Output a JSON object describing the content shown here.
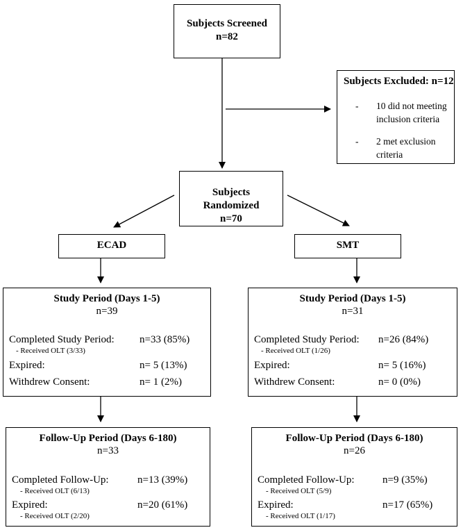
{
  "screened": {
    "title": "Subjects Screened",
    "count": "n=82"
  },
  "excluded": {
    "title": "Subjects Excluded: n=12",
    "bullets": [
      {
        "dash": "-",
        "line1": "10 did not meeting",
        "line2": "inclusion criteria"
      },
      {
        "dash": "-",
        "line1": "2 met exclusion",
        "line2": "criteria"
      }
    ]
  },
  "randomized": {
    "line1": "Subjects",
    "line2": "Randomized",
    "count": "n=70"
  },
  "arms": {
    "left": "ECAD",
    "right": "SMT"
  },
  "study_left": {
    "title": "Study Period  (Days 1-5)",
    "n": "n=39",
    "rows": [
      {
        "label": "Completed Study Period:",
        "sub": "- Received OLT (3/33)",
        "value": "n=33 (85%)"
      },
      {
        "label": "Expired:",
        "value": "n= 5 (13%)"
      },
      {
        "label": "Withdrew Consent:",
        "value": "n= 1 (2%)"
      }
    ]
  },
  "study_right": {
    "title": "Study Period (Days 1-5)",
    "n": "n=31",
    "rows": [
      {
        "label": "Completed Study Period:",
        "sub": "- Received OLT (1/26)",
        "value": "n=26 (84%)"
      },
      {
        "label": "Expired:",
        "value": "n= 5 (16%)"
      },
      {
        "label": "Withdrew Consent:",
        "value": "n= 0 (0%)"
      }
    ]
  },
  "follow_left": {
    "title": "Follow-Up Period (Days 6-180)",
    "n": "n=33",
    "rows": [
      {
        "label": "Completed Follow-Up:",
        "sub": "- Received OLT (6/13)",
        "value": "n=13 (39%)"
      },
      {
        "label": "Expired:",
        "sub": "- Received OLT (2/20)",
        "value": "n=20 (61%)"
      }
    ]
  },
  "follow_right": {
    "title": "Follow-Up Period (Days 6-180)",
    "n": "n=26",
    "rows": [
      {
        "label": "Completed Follow-Up:",
        "sub": "- Received OLT (5/9)",
        "value": "n=9 (35%)"
      },
      {
        "label": "Expired:",
        "sub": "- Received OLT (1/17)",
        "value": "n=17 (65%)"
      }
    ]
  }
}
